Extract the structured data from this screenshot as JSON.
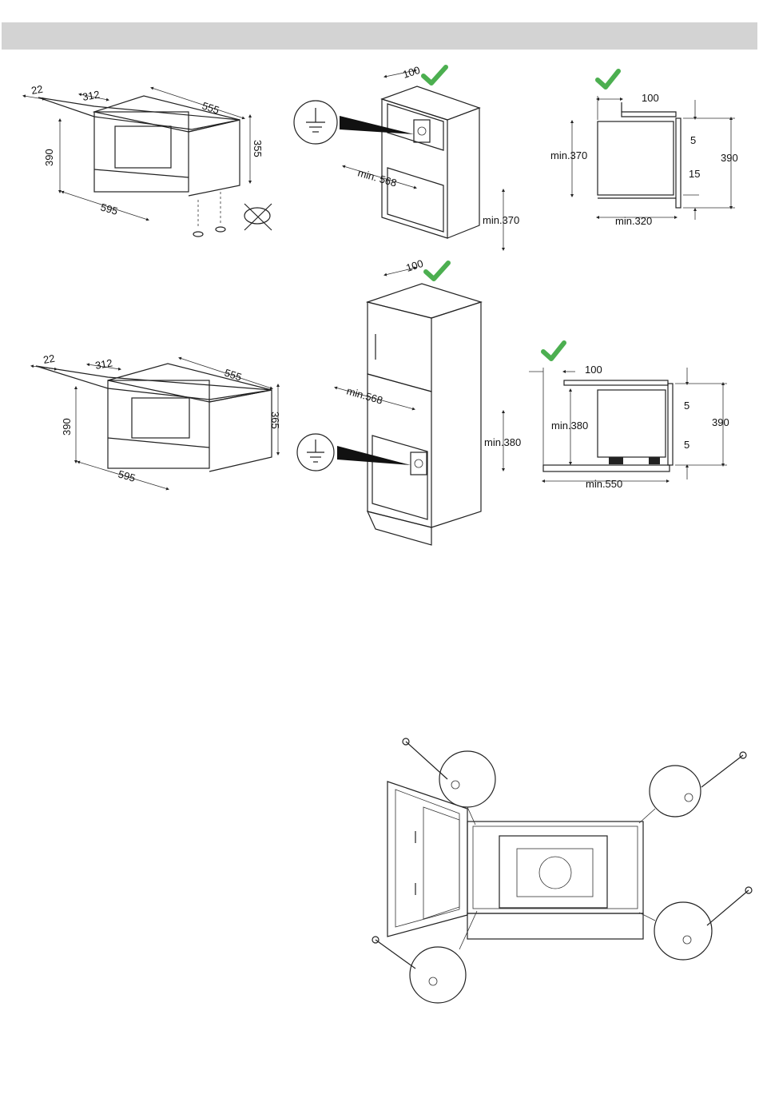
{
  "colors": {
    "header_bar": "#d3d3d3",
    "check": "#4caf50"
  },
  "icons": [
    "check-icon",
    "ground-symbol-icon",
    "screw-icon",
    "no-feet-icon"
  ],
  "oven_top": {
    "d_22": "22",
    "d_312": "312",
    "d_555": "555",
    "d_390": "390",
    "d_355": "355",
    "d_595": "595"
  },
  "oven_bottom": {
    "d_22": "22",
    "d_312": "312",
    "d_555": "555",
    "d_390": "390",
    "d_365": "365",
    "d_595": "595"
  },
  "cabinet_top": {
    "d_100": "100",
    "min_568": "min. 568",
    "min_370": "min.370"
  },
  "cabinet_tall": {
    "d_100": "100",
    "min_568": "min.568",
    "min_380": "min.380"
  },
  "section_top": {
    "d_100": "100",
    "min_370": "min.370",
    "d_5": "5",
    "d_15": "15",
    "d_390": "390",
    "min_320": "min.320"
  },
  "section_bottom": {
    "d_100": "100",
    "min_380": "min.380",
    "d_5a": "5",
    "d_5b": "5",
    "d_390": "390",
    "min_550": "min.550"
  }
}
